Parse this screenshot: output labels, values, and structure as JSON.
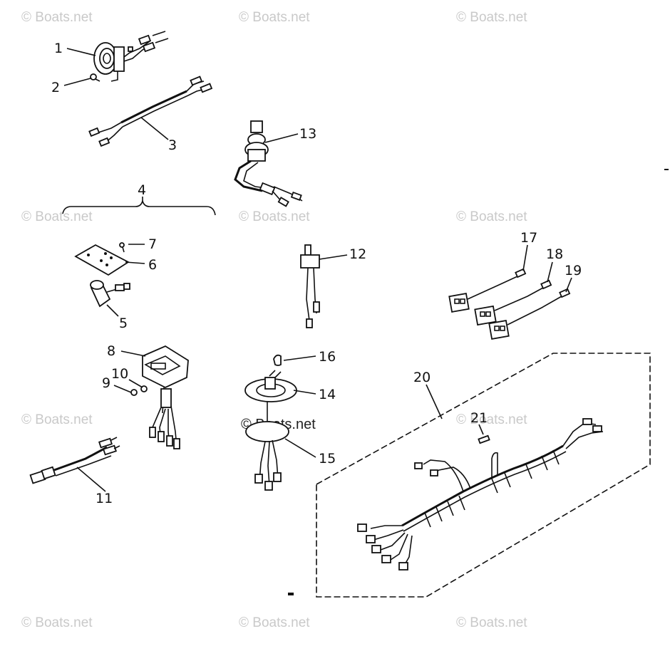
{
  "watermark": {
    "text": "© Boats.net"
  },
  "callouts": {
    "c1": "1",
    "c2": "2",
    "c3": "3",
    "c4": "4",
    "c5": "5",
    "c6": "6",
    "c7": "7",
    "c8": "8",
    "c9": "9",
    "c10": "10",
    "c11": "11",
    "c12": "12",
    "c13": "13",
    "c14": "14",
    "c15": "15",
    "c16": "16",
    "c17": "17",
    "c18": "18",
    "c19": "19",
    "c20": "20",
    "c21": "21"
  }
}
